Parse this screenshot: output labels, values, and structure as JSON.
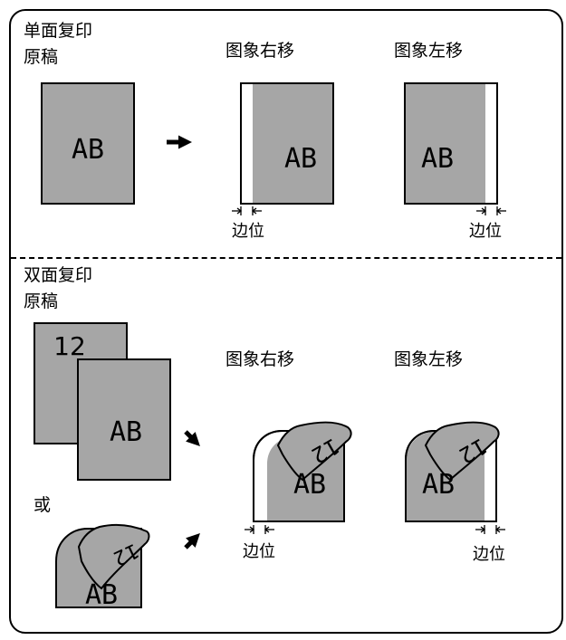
{
  "single_sided": {
    "title_line1": "单面复印",
    "title_line2": "原稿",
    "original_label": "AB",
    "shift_right": {
      "title": "图象右移",
      "page_label": "AB",
      "margin_label": "边位"
    },
    "shift_left": {
      "title": "图象左移",
      "page_label": "AB",
      "margin_label": "边位"
    }
  },
  "double_sided": {
    "title_line1": "双面复印",
    "title_line2": "原稿",
    "back_page_label": "12",
    "front_page_label": "AB",
    "or_label": "或",
    "curled_original_label": "AB",
    "curled_original_back": "12",
    "shift_right": {
      "title": "图象右移",
      "page_label": "AB",
      "back_label": "12",
      "margin_label": "边位"
    },
    "shift_left": {
      "title": "图象左移",
      "page_label": "AB",
      "back_label": "12",
      "margin_label": "边位"
    }
  },
  "colors": {
    "page_gray": "#a6a6a6",
    "line": "#000000"
  }
}
